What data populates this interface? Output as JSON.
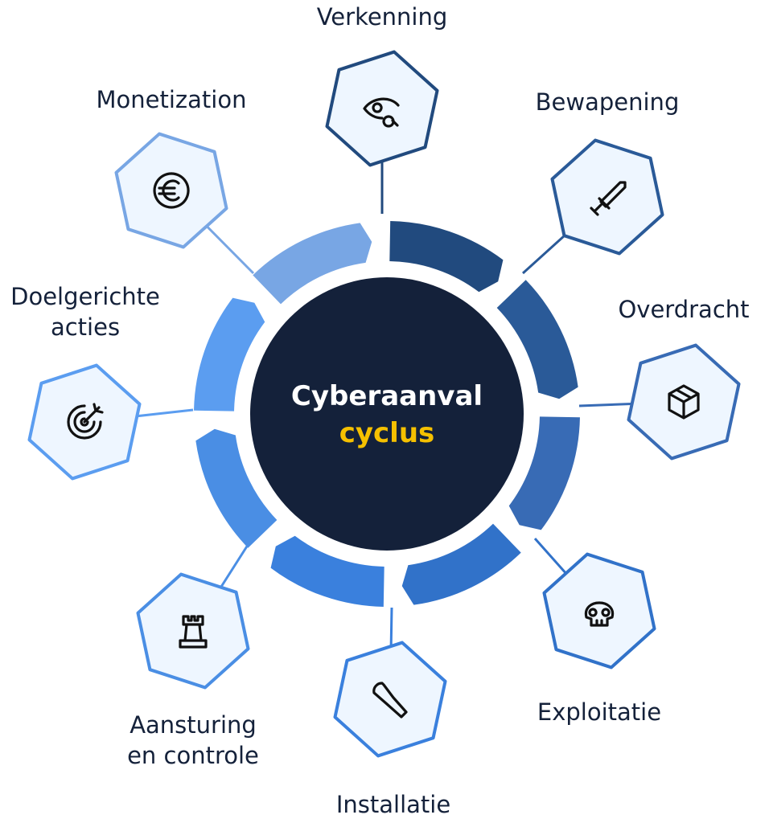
{
  "center": {
    "title": "Cyberaanval",
    "subtitle": "cyclus",
    "title_color": "#ffffff",
    "subtitle_color": "#f5c000",
    "fill": "#14213a"
  },
  "stages": [
    {
      "label": "Verkenning",
      "icon": "eye-search-icon",
      "color": "#214a7e"
    },
    {
      "label": "Bewapening",
      "icon": "sword-icon",
      "color": "#2a5a98"
    },
    {
      "label": "Overdracht",
      "icon": "package-icon",
      "color": "#386bb5"
    },
    {
      "label": "Exploitatie",
      "icon": "skull-icon",
      "color": "#3172c9"
    },
    {
      "label": "Installatie",
      "icon": "wrench-icon",
      "color": "#3a80dd"
    },
    {
      "label": "Aansturing en controle",
      "label_lines": [
        "Aansturing",
        "en controle"
      ],
      "icon": "chess-rook-icon",
      "color": "#4a8ee4"
    },
    {
      "label": "Doelgerichte acties",
      "label_lines": [
        "Doelgerichte",
        "acties"
      ],
      "icon": "target-arrow-icon",
      "color": "#5b9df0"
    },
    {
      "label": "Monetization",
      "icon": "euro-coin-icon",
      "color": "#78a6e4"
    }
  ],
  "hex_fill": "#eef6ff"
}
